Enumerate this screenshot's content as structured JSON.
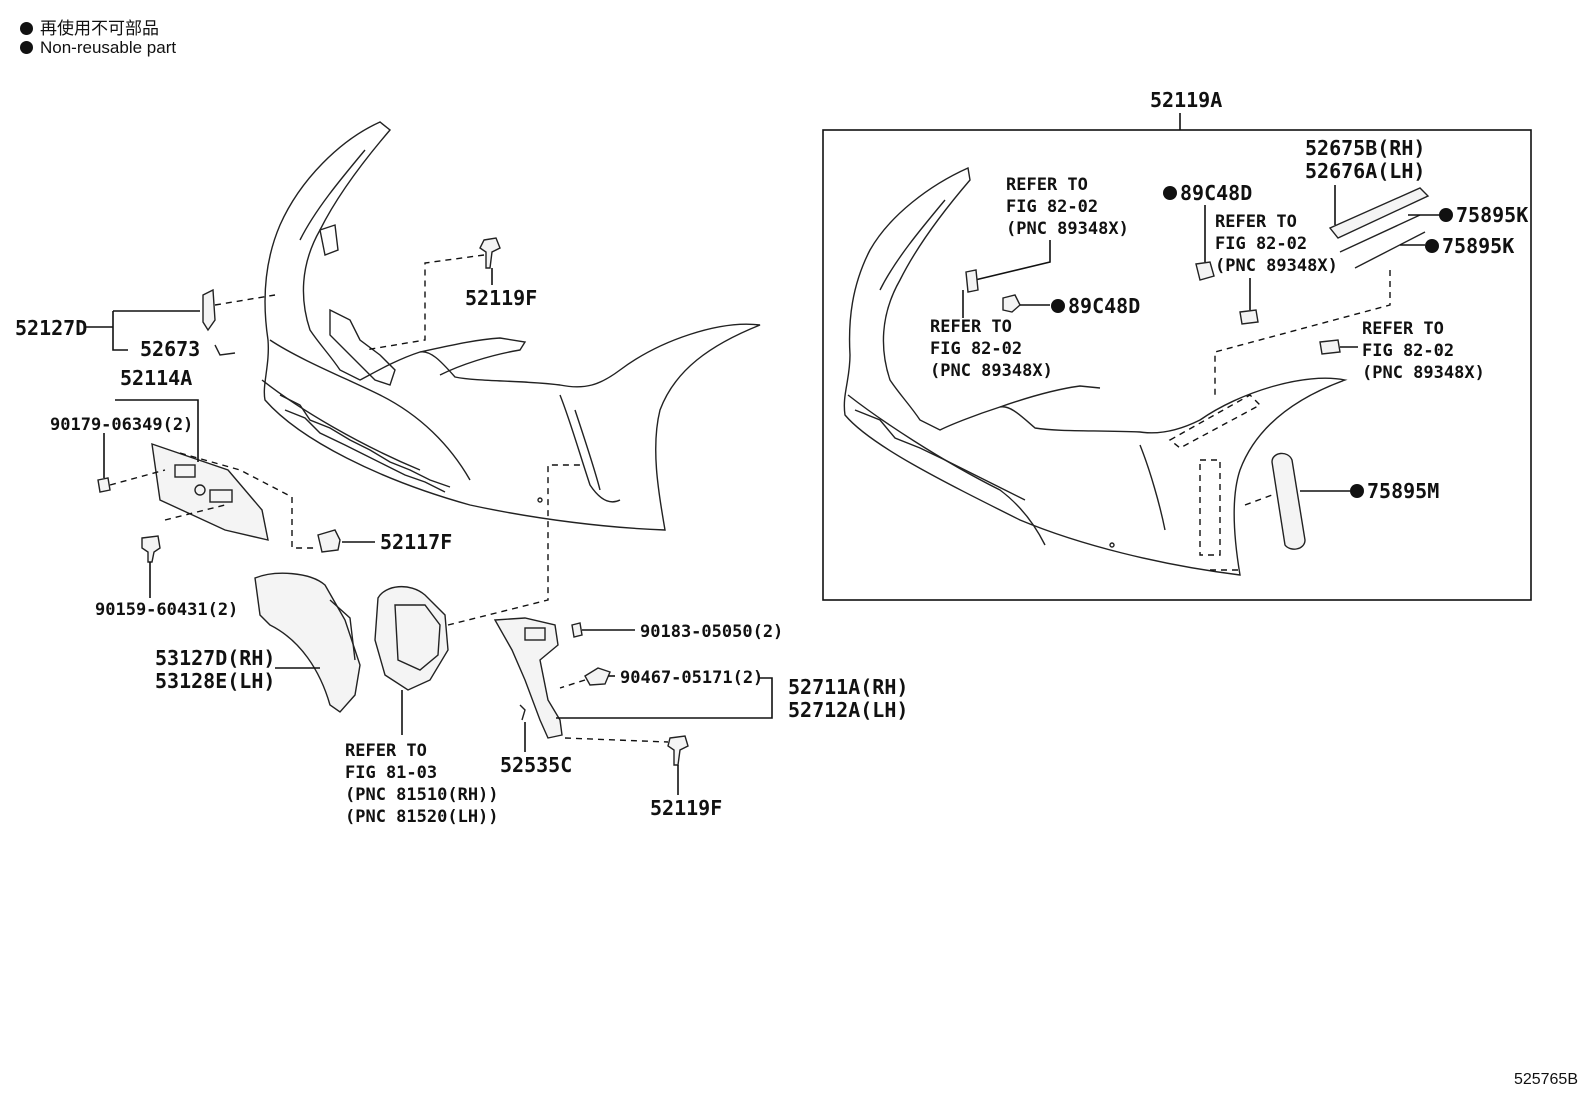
{
  "legend": {
    "jp": "再使用不可部品",
    "en": "Non-reusable part"
  },
  "doc_id": "525765B",
  "labels": {
    "p52127D": "52127D",
    "p52673": "52673",
    "p52119F_top": "52119F",
    "p52114A": "52114A",
    "p90179": "90179-06349(2)",
    "p52117F": "52117F",
    "p90159": "90159-60431(2)",
    "p53127D": "53127D(RH)",
    "p53128E": "53128E(LH)",
    "refer81_1": "REFER TO",
    "refer81_2": "FIG 81-03",
    "refer81_3": "(PNC 81510(RH))",
    "refer81_4": "(PNC 81520(LH))",
    "p90183": "90183-05050(2)",
    "p90467": "90467-05171(2)",
    "p52711A": "52711A(RH)",
    "p52712A": "52712A(LH)",
    "p52535C": "52535C",
    "p52119F_bot": "52119F",
    "p52119A": "52119A",
    "p52675B": "52675B(RH)",
    "p52676A": "52676A(LH)",
    "p75895K_1": "75895K",
    "p75895K_2": "75895K",
    "p89C48D_1": "89C48D",
    "p89C48D_2": "89C48D",
    "p75895M": "75895M",
    "refA_1": "REFER TO",
    "refA_2": "FIG 82-02",
    "refA_3": "(PNC 89348X)",
    "refB_1": "REFER TO",
    "refB_2": "FIG 82-02",
    "refB_3": "(PNC 89348X)",
    "refC_1": "REFER TO",
    "refC_2": "FIG 82-02",
    "refC_3": "(PNC 89348X)",
    "refD_1": "REFER TO",
    "refD_2": "FIG 82-02",
    "refD_3": "(PNC 89348X)"
  }
}
